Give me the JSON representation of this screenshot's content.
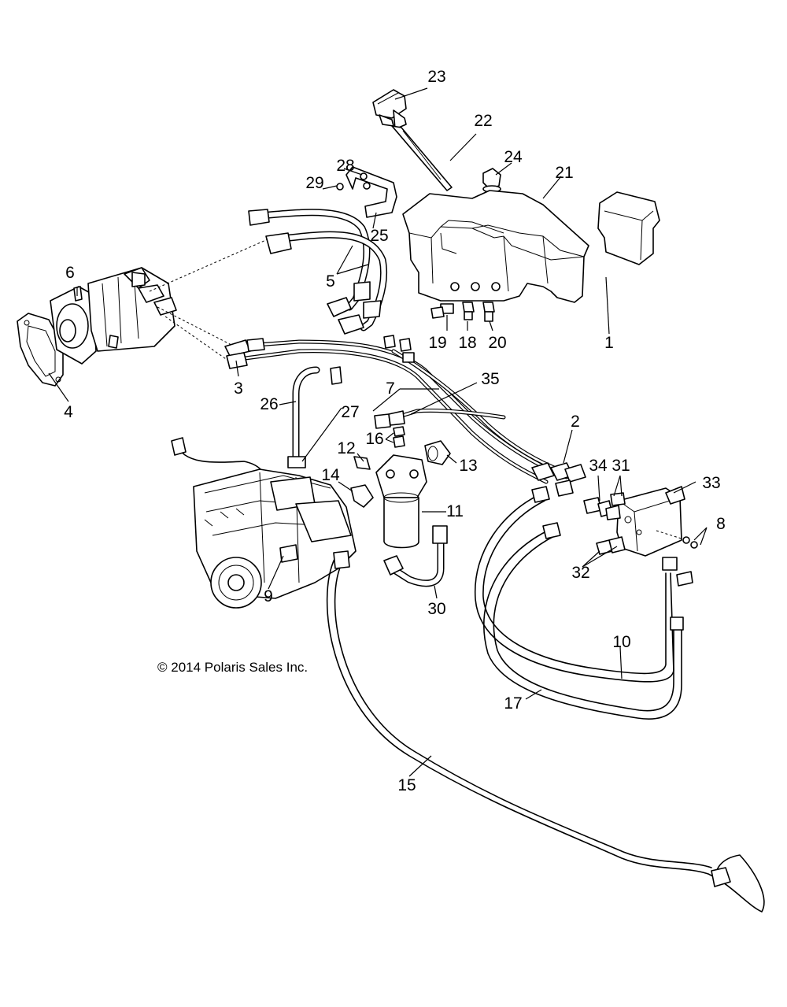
{
  "callouts": [
    "1",
    "2",
    "3",
    "4",
    "5",
    "6",
    "7",
    "8",
    "9",
    "10",
    "11",
    "12",
    "13",
    "14",
    "15",
    "16",
    "17",
    "18",
    "19",
    "20",
    "21",
    "22",
    "23",
    "24",
    "25",
    "26",
    "27",
    "28",
    "29",
    "30",
    "31",
    "32",
    "33",
    "34",
    "35"
  ],
  "copyright": "© 2014 Polaris Sales Inc."
}
